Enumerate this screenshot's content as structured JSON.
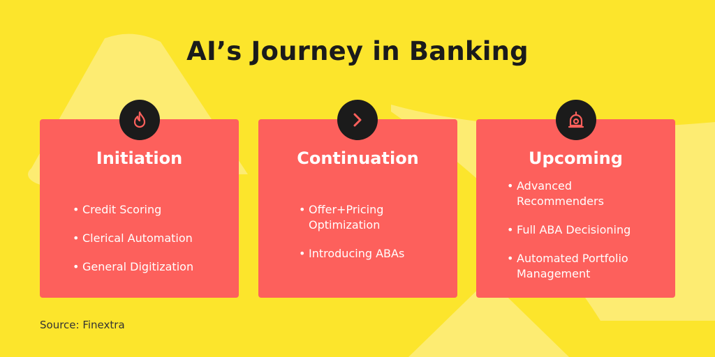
{
  "title": "AI’s Journey in Banking",
  "source": "Source: Finextra",
  "colors": {
    "background": "#fce52c",
    "card": "#fd605c",
    "icon_circle": "#1b1b1b",
    "icon_stroke": "#fd605c",
    "text": "#ffffff"
  },
  "cards": [
    {
      "title": "Initiation",
      "icon": "flame-icon",
      "items": [
        "Credit Scoring",
        "Clerical Automation",
        "General Digitization"
      ]
    },
    {
      "title": "Continuation",
      "icon": "chevron-right-icon",
      "items": [
        "Offer+Pricing Optimization",
        "Introducing ABAs"
      ]
    },
    {
      "title": "Upcoming",
      "icon": "robot-icon",
      "items": [
        "Advanced Recommenders",
        "Full ABA Decisioning",
        "Automated Portfolio Management"
      ]
    }
  ]
}
